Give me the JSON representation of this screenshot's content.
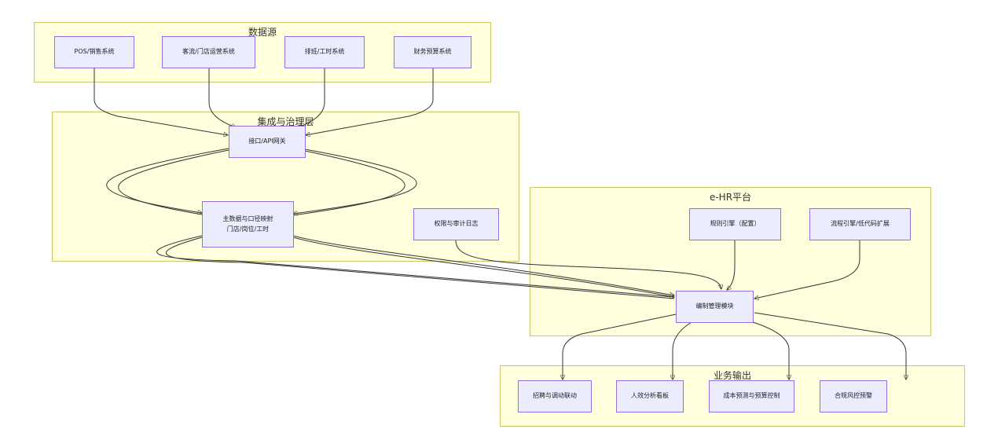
{
  "clusters": {
    "datasource": {
      "title": "数据源"
    },
    "integration": {
      "title": "集成与治理层"
    },
    "ehr": {
      "title": "e-HR平台"
    },
    "output": {
      "title": "业务输出"
    }
  },
  "nodes": {
    "pos": {
      "label": "POS/销售系统"
    },
    "traffic": {
      "label": "客流/门店运营系统"
    },
    "scheduling": {
      "label": "排班/工时系统"
    },
    "finance": {
      "label": "财务预算系统"
    },
    "api_gateway": {
      "label": "接口/API网关"
    },
    "master_data_line1": {
      "label": "主数据与口径映射"
    },
    "master_data_line2": {
      "label": "门店/岗位/工时"
    },
    "audit": {
      "label": "权限与审计日志"
    },
    "rule_engine": {
      "label": "规则引擎（配置）"
    },
    "workflow": {
      "label": "流程引擎/低代码扩展"
    },
    "headcount": {
      "label": "编制管理模块"
    },
    "recruit": {
      "label": "招聘与调动联动"
    },
    "analytics": {
      "label": "人效分析看板"
    },
    "cost": {
      "label": "成本预测与预算控制"
    },
    "compliance": {
      "label": "合规风控预警"
    }
  }
}
